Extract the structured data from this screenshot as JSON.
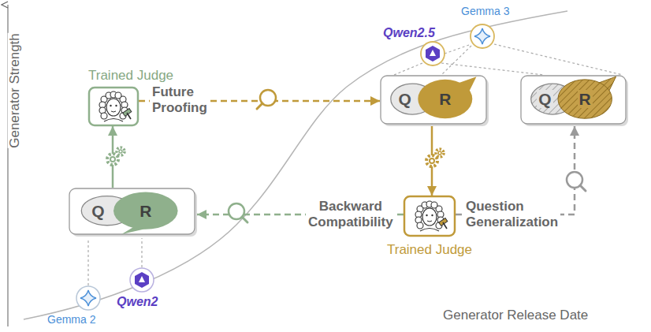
{
  "diagram": {
    "nodes": [
      {
        "text": [
          "Trained Judge"
        ]
      },
      {
        "text": [
          "Q",
          "R"
        ]
      },
      {
        "text": [
          "Q",
          "R"
        ]
      },
      {
        "text": [
          "Q",
          "R"
        ]
      },
      {
        "text": [
          "Trained Judge"
        ]
      }
    ],
    "edges": [
      {
        "from": 1,
        "to": 0,
        "arrow": "to"
      },
      {
        "from": 0,
        "to": 2,
        "arrow": "to",
        "label": "Future Proofing"
      },
      {
        "from": 2,
        "to": 4,
        "arrow": "to"
      },
      {
        "from": 4,
        "to": 1,
        "arrow": "to",
        "label": "Backward Compatibility"
      },
      {
        "from": 4,
        "to": 3,
        "arrow": "to",
        "label": "Question Generalization"
      }
    ],
    "labels": [
      "Generator Strength",
      "Qwen2.5",
      "Gemma 3",
      "Gemma 2",
      "Qwen2",
      "Generator Release Date"
    ]
  }
}
